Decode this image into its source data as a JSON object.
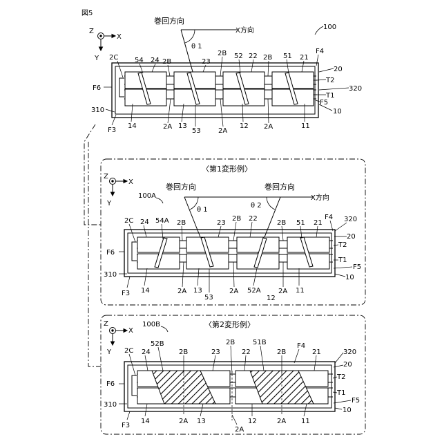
{
  "figure": {
    "label": "図5"
  },
  "axes": {
    "z": "Z",
    "x": "X",
    "y": "Y"
  },
  "winding": {
    "direction": "巻回方向",
    "x_direction": "X方向",
    "theta1": "θ 1",
    "theta2": "θ 2"
  },
  "panel_main": {
    "ref": "100",
    "labels": {
      "c2": "2C",
      "n54": "54",
      "n24": "24",
      "b2_left": "2B",
      "n23": "23",
      "b2_mid": "2B",
      "n52": "52",
      "n22": "22",
      "b2_right": "2B",
      "n51": "51",
      "n21": "21",
      "f4": "F4",
      "n20": "20",
      "t2": "T2",
      "n320": "320",
      "t1": "T1",
      "f5": "F5",
      "n10": "10",
      "f6": "F6",
      "n310": "310",
      "f3": "F3",
      "n14": "14",
      "a2_left": "2A",
      "n13": "13",
      "n53": "53",
      "a2_mid": "2A",
      "n12": "12",
      "a2_right": "2A",
      "n11": "11"
    }
  },
  "panel_mod1": {
    "title": "〈第1変形例〉",
    "ref": "100A",
    "labels": {
      "c2": "2C",
      "n24": "24",
      "n54a": "54A",
      "b2_left": "2B",
      "n23": "23",
      "b2_mid": "2B",
      "n22": "22",
      "b2_right": "2B",
      "n51": "51",
      "n21": "21",
      "f4": "F4",
      "n320": "320",
      "n20": "20",
      "t2": "T2",
      "t1": "T1",
      "f5": "F5",
      "n10": "10",
      "f6": "F6",
      "n310": "310",
      "f3": "F3",
      "n14": "14",
      "a2_left": "2A",
      "n13": "13",
      "n53": "53",
      "a2_mid": "2A",
      "n52a": "52A",
      "n12": "12",
      "a2_right": "2A",
      "n11": "11"
    }
  },
  "panel_mod2": {
    "title": "〈第2変形例〉",
    "ref": "100B",
    "labels": {
      "c2": "2C",
      "n24": "24",
      "n52b": "52B",
      "b2_left": "2B",
      "n23": "23",
      "b2_mid": "2B",
      "n22": "22",
      "n51b": "51B",
      "b2_right": "2B",
      "f4": "F4",
      "n21": "21",
      "n320": "320",
      "n20": "20",
      "t2": "T2",
      "t1": "T1",
      "f5": "F5",
      "n10": "10",
      "f6": "F6",
      "n310": "310",
      "f3": "F3",
      "n14": "14",
      "a2_left": "2A",
      "n13": "13",
      "a2_mid": "2A",
      "n12": "12",
      "a2_right": "2A",
      "n11": "11"
    }
  }
}
